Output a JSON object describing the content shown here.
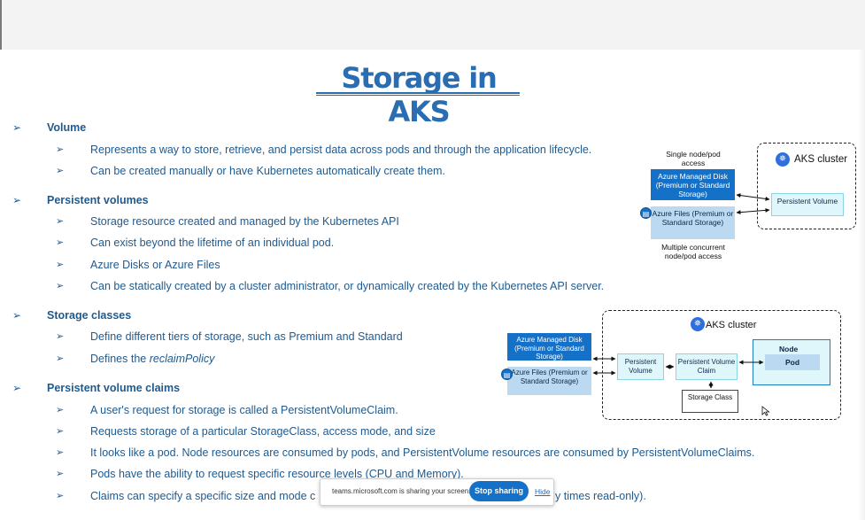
{
  "slide": {
    "title": "Storage in AKS",
    "sections": [
      {
        "heading": "Volume",
        "items": [
          "Represents a way to store, retrieve, and persist data across pods and through the application lifecycle.",
          "Can be created manually or have Kubernetes automatically create them."
        ]
      },
      {
        "heading": "Persistent volumes",
        "items": [
          "Storage resource created and managed by the Kubernetes API",
          "Can exist beyond the lifetime of an individual pod.",
          "Azure Disks or Azure Files",
          "Can be statically created by a cluster administrator, or dynamically created by the Kubernetes API server."
        ]
      },
      {
        "heading": "Storage classes",
        "items": [
          "Define different tiers of storage, such as Premium and Standard",
          "Defines the "
        ],
        "italic_term": "reclaimPolicy"
      },
      {
        "heading": "Persistent volume claims",
        "items": [
          "A user's request for storage is called a PersistentVolumeClaim.",
          "Requests storage of a particular StorageClass, access mode, and size",
          "It looks like a pod. Node resources are consumed by pods, and PersistentVolume resources are consumed by PersistentVolumeClaims.",
          "Pods have the ability to request specific resource levels (CPU and Memory).",
          "Claims can specify a specific size and mode c",
          "y times read-only)."
        ]
      }
    ]
  },
  "diagram1": {
    "single_access": "Single node/pod access",
    "managed_disk": "Azure Managed Disk (Premium or Standard Storage)",
    "azure_files": "Azure Files (Premium or Standard Storage)",
    "multi_access": "Multiple concurrent node/pod access",
    "cluster_title": "AKS cluster",
    "persistent_volume": "Persistent Volume"
  },
  "diagram2": {
    "cluster_title": "AKS cluster",
    "managed_disk": "Azure Managed Disk (Premium or Standard Storage)",
    "azure_files": "Azure Files (Premium or Standard Storage)",
    "persistent_volume": "Persistent Volume",
    "pv_claim": "Persistent Volume Claim",
    "node": "Node",
    "pod": "Pod",
    "storage_class": "Storage Class"
  },
  "share_bar": {
    "message": "teams.microsoft.com is sharing your screen.",
    "stop_label": "Stop sharing",
    "hide_label": "Hide"
  },
  "colors": {
    "text": "#1f5a8f",
    "title": "#2a6db0",
    "accent": "#1570c7"
  },
  "icons": [
    "bullet-arrow-icon",
    "kubernetes-icon",
    "file-icon",
    "cursor-icon"
  ]
}
